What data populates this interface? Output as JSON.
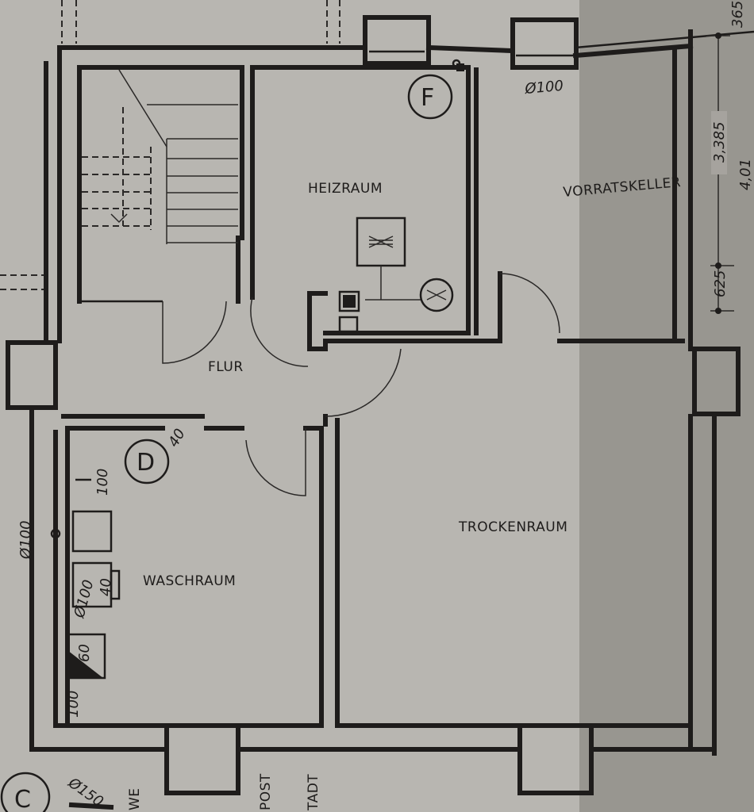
{
  "rooms": {
    "heizraum": "HEIZRAUM",
    "vorratskeller": "VORRATSKELLER",
    "flur": "FLUR",
    "waschraum": "WASCHRAUM",
    "trockenraum": "TROCKENRAUM"
  },
  "markers": {
    "f": "F",
    "d": "D",
    "c": "C"
  },
  "annotations": {
    "pipe_vorrat": "Ø100",
    "pipe_left": "Ø100",
    "pipe_wasch": "Ø100",
    "pipe_bottom": "Ø150",
    "d_40": "40",
    "wasch_100_top": "100",
    "wasch_40": "40",
    "wasch_60": "60",
    "wasch_100_bottom": "100",
    "dim_3385": "3,385",
    "dim_625": "625",
    "dim_401": "4,01",
    "dim_365": "365",
    "bottom_we": "WE",
    "bottom_post": "POST",
    "bottom_stadt": "TADT"
  },
  "colors": {
    "paper": "#b8b6b1",
    "shadow": "#8e8b86",
    "ink": "#1e1c1b"
  }
}
